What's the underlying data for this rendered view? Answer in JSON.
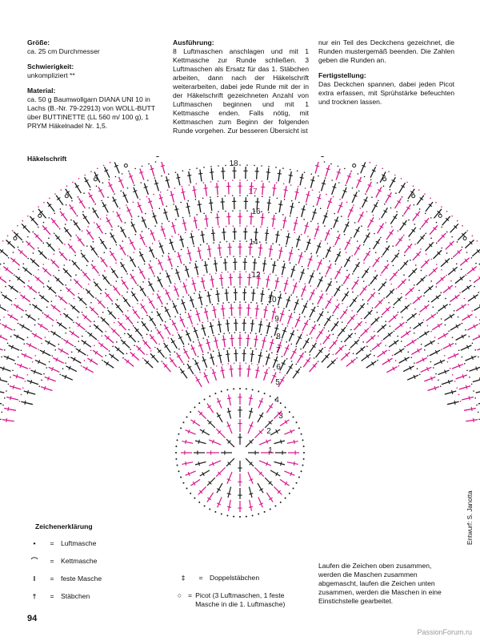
{
  "info": {
    "size_h": "Größe:",
    "size": "ca. 25 cm Durchmesser",
    "difficulty_h": "Schwierigkeit:",
    "difficulty": "unkompliziert **",
    "material_h": "Material:",
    "material": "ca. 50 g Baumwollgarn DIANA UNI 10 in Lachs (B.-Nr. 79-22913) von WOLL-BUTT über BUTTINETTE (LL 560 m/ 100 g), 1 PRYM Häkelnadel Nr. 1,5."
  },
  "instructions": {
    "title": "Ausführung:",
    "text": "8 Luftmaschen anschlagen und mit 1 Kettmasche zur Runde schließen. 3 Luftmaschen als Ersatz für das 1. Stäbchen arbeiten, dann nach der Häkelschrift weiterarbeiten, dabei jede Runde mit der in der Häkelschrift gezeichneten Anzahl von Luftmaschen beginnen und mit 1 Kettmasche enden. Falls nötig, mit Kettmaschen zum Beginn der folgenden Runde vorgehen. Zur besseren Übersicht ist",
    "continuation": "nur ein Teil des Deckchens gezeichnet, die Runden mustergemäß beenden. Die Zahlen geben die Runden an."
  },
  "finishing": {
    "title": "Fertigstellung:",
    "text": "Das Deckchen spannen, dabei jeden Picot extra erfassen, mit Sprühstärke befeuchten und trocknen lassen."
  },
  "chart": {
    "title": "Häkelschrift",
    "round_labels": [
      "1",
      "2",
      "3",
      "4",
      "5",
      "6",
      "7",
      "8",
      "9",
      "10",
      "12",
      "14",
      "16",
      "17",
      "18"
    ],
    "colors": {
      "pink": "#d6148a",
      "black": "#1a1a1a"
    }
  },
  "legend": {
    "title": "Zeichenerklärung",
    "items": [
      {
        "icon": "dot",
        "label": "Luftmasche"
      },
      {
        "icon": "arc",
        "label": "Kettmasche"
      },
      {
        "icon": "bar",
        "label": "feste Masche"
      },
      {
        "icon": "cross",
        "label": "Stäbchen"
      },
      {
        "icon": "double-cross",
        "label": "Doppelstäbchen"
      },
      {
        "icon": "ring",
        "label": "Picot (3 Luftmaschen, 1 feste Masche in die 1. Luftmasche)"
      }
    ],
    "symbols": {
      "dot": "•",
      "arc": "⌒",
      "bar": "I",
      "cross": "†",
      "double-cross": "‡",
      "ring": "○"
    },
    "equals": "=",
    "note": "Laufen die Zeichen oben zusammen, werden die Maschen zusammen abgemascht, laufen die Zeichen unten zusammen, werden die Maschen in eine Einstichstelle gearbeitet."
  },
  "credit": "Entwurf: S. Janotta",
  "page_number": "94",
  "watermark": "PassionForum.ru"
}
